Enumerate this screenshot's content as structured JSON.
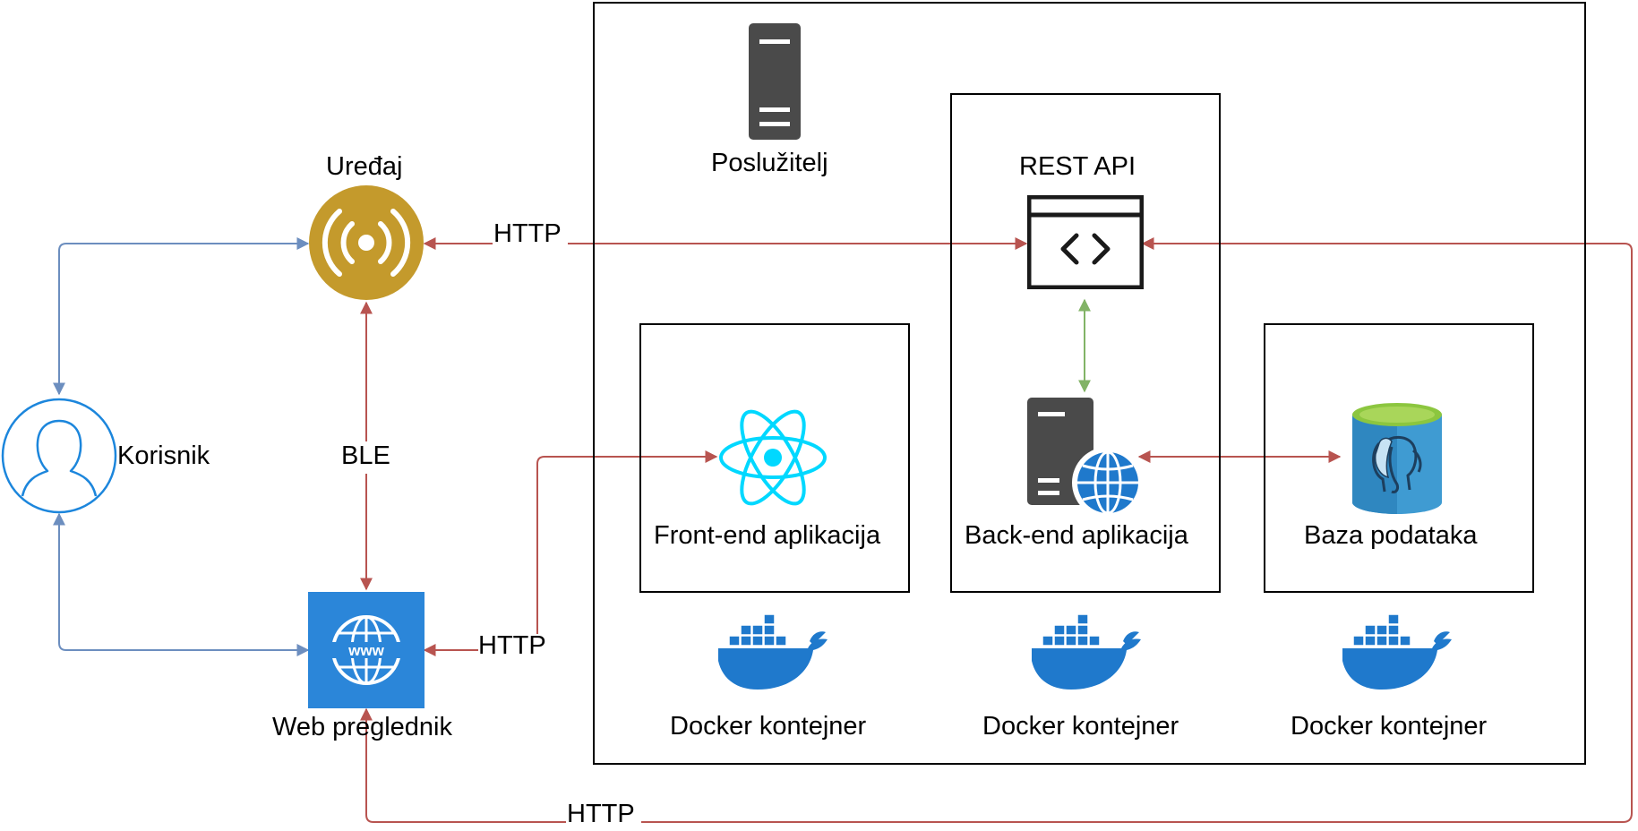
{
  "labels": {
    "server": "Poslužitelj",
    "device": "Uređaj",
    "user": "Korisnik",
    "browser": "Web preglednik",
    "rest_api": "REST API",
    "frontend": "Front-end aplikacija",
    "backend": "Back-end aplikacija",
    "database": "Baza podataka",
    "docker_frontend": "Docker kontejner",
    "docker_backend": "Docker kontejner",
    "docker_database": "Docker kontejner"
  },
  "connections": {
    "device_rest": "HTTP",
    "device_browser": "BLE",
    "browser_frontend": "HTTP",
    "browser_rest": "HTTP"
  },
  "colors": {
    "http_arrow": "#b85450",
    "user_arrow": "#6c8ebf",
    "internal_arrow": "#82b366",
    "device_icon": "#c49a2c",
    "browser_tile": "#2b86d9",
    "user_icon": "#1c86dc",
    "react_icon": "#00d8ff",
    "docker_icon": "#1f79cc",
    "server_icon": "#4a4a4a"
  },
  "icons": {
    "server": "server-icon",
    "device": "wireless-device-icon",
    "user": "user-icon",
    "browser": "www-globe-icon",
    "rest_api": "code-window-icon",
    "frontend": "react-icon",
    "backend": "web-server-icon",
    "database": "postgresql-database-icon",
    "docker": "docker-whale-icon"
  }
}
